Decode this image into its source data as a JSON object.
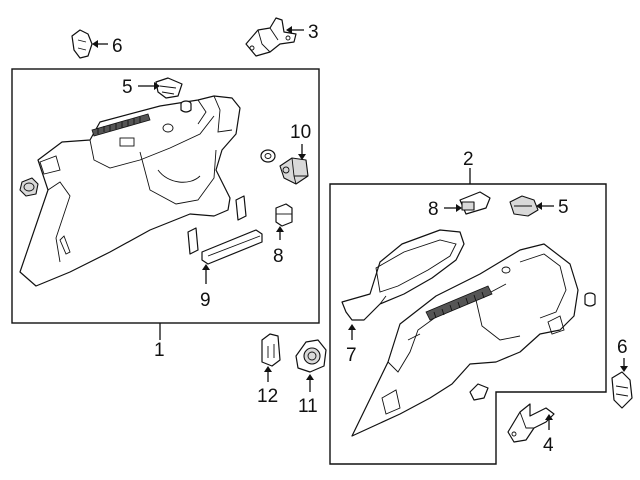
{
  "callouts": {
    "c1": "1",
    "c2": "2",
    "c3": "3",
    "c4": "4",
    "c5a": "5",
    "c5b": "5",
    "c6a": "6",
    "c6b": "6",
    "c7": "7",
    "c8a": "8",
    "c8b": "8",
    "c9": "9",
    "c10": "10",
    "c11": "11",
    "c12": "12"
  }
}
